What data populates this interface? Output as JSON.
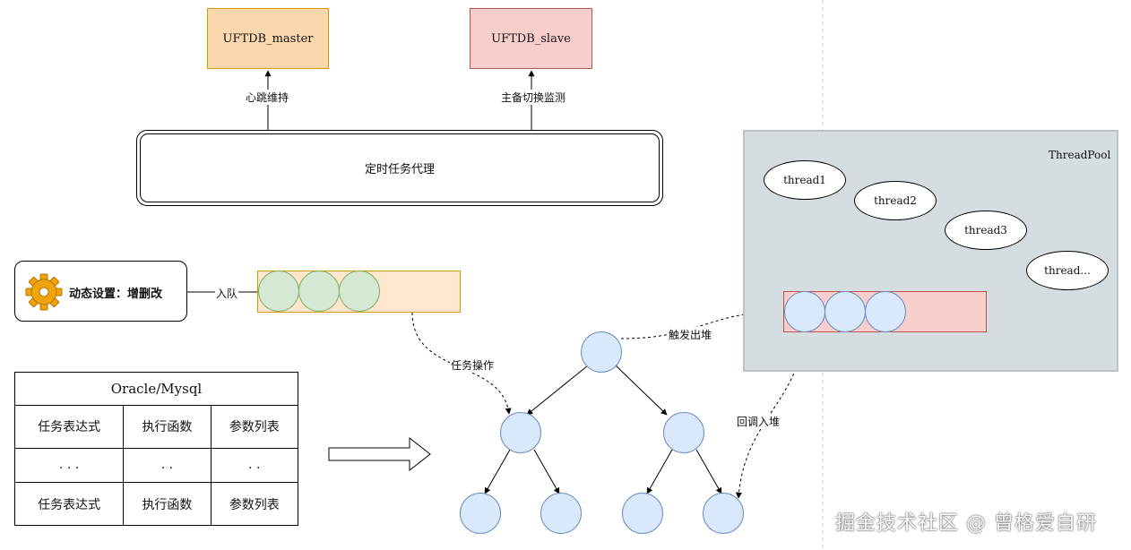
{
  "nodes": {
    "master": "UFTDB_master",
    "slave": "UFTDB_slave",
    "agent": "定时任务代理",
    "settings": "动态设置：增删改",
    "thread_pool": "ThreadPool",
    "threads": [
      "thread1",
      "thread2",
      "thread3",
      "thread..."
    ]
  },
  "edges": {
    "heartbeat": "心跳维持",
    "switch_monitor": "主备切换监测",
    "enqueue": "入队",
    "task_operation": "任务操作",
    "trigger_pop": "触发出堆",
    "callback_push": "回调入堆"
  },
  "table": {
    "title": "Oracle/Mysql",
    "rows": [
      [
        "任务表达式",
        "执行函数",
        "参数列表"
      ],
      [
        ". . .",
        ". .",
        ". ."
      ],
      [
        "任务表达式",
        "执行函数",
        "参数列表"
      ]
    ]
  },
  "watermark": "掘金技术社区 @ 曾格爱自研",
  "colors": {
    "master_fill": "#fad7ac",
    "slave_fill": "#f8cecc",
    "queue_fill": "#ffe6cc",
    "queue_item": "#d5e8d4",
    "heap_node": "#dae8fc",
    "pool_fill": "#d5dde0"
  }
}
